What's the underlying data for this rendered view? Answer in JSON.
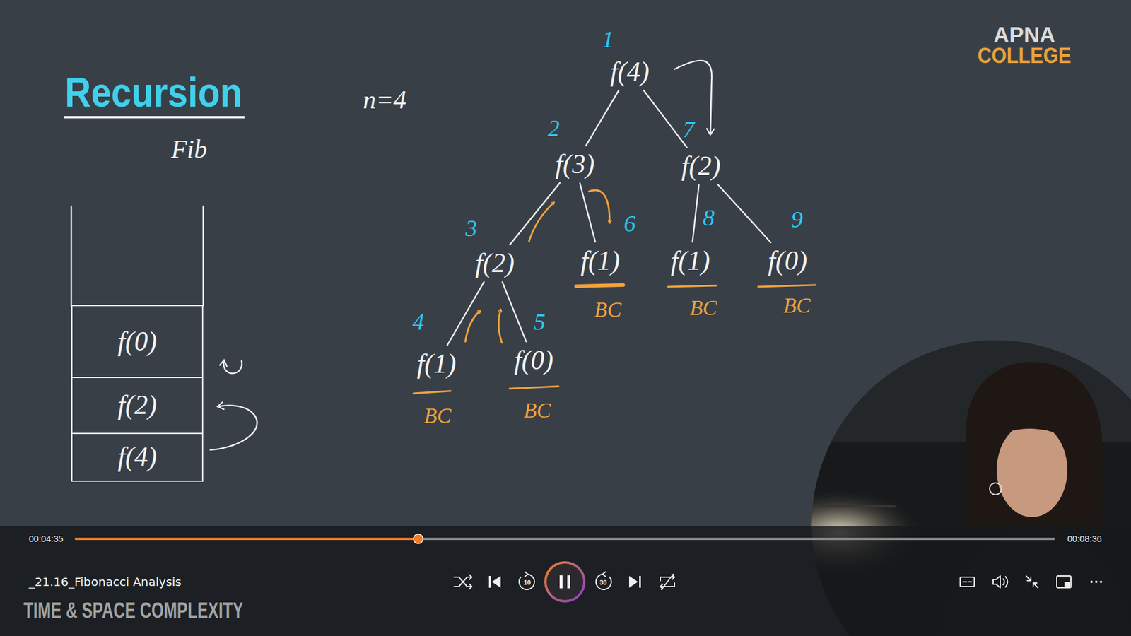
{
  "diagram": {
    "title": "Recursion",
    "nodes": [
      {
        "text": [
          "f(4)"
        ]
      },
      {
        "text": [
          "f(3)"
        ]
      },
      {
        "text": [
          "f(2)"
        ]
      },
      {
        "text": [
          "f(2)"
        ]
      },
      {
        "text": [
          "f(1)"
        ]
      },
      {
        "text": [
          "f(1)"
        ]
      },
      {
        "text": [
          "f(0)"
        ]
      },
      {
        "text": [
          "f(1)"
        ]
      },
      {
        "text": [
          "f(0)"
        ]
      },
      {
        "text": [
          "f(0)"
        ]
      },
      {
        "text": [
          "f(2)"
        ]
      },
      {
        "text": [
          "f(4)"
        ]
      }
    ],
    "edges": [
      {
        "from": 0,
        "to": 1,
        "arrow": "none"
      },
      {
        "from": 0,
        "to": 2,
        "arrow": "none"
      },
      {
        "from": 1,
        "to": 3,
        "arrow": "none"
      },
      {
        "from": 1,
        "to": 4,
        "arrow": "none"
      },
      {
        "from": 2,
        "to": 5,
        "arrow": "none"
      },
      {
        "from": 2,
        "to": 6,
        "arrow": "none"
      },
      {
        "from": 3,
        "to": 7,
        "arrow": "none"
      },
      {
        "from": 3,
        "to": 8,
        "arrow": "none"
      }
    ],
    "labels": [
      "Fib",
      "n=4",
      "1",
      "2",
      "3",
      "4",
      "5",
      "6",
      "7",
      "8",
      "9",
      "BC",
      "BC",
      "BC",
      "BC",
      "BC",
      "APNA",
      "COLLEGE",
      "00:04:35",
      "00:08:36",
      "_21.16_Fibonacci Analysis",
      "TIME & SPACE COMPLEXITY",
      "10",
      "30"
    ]
  }
}
